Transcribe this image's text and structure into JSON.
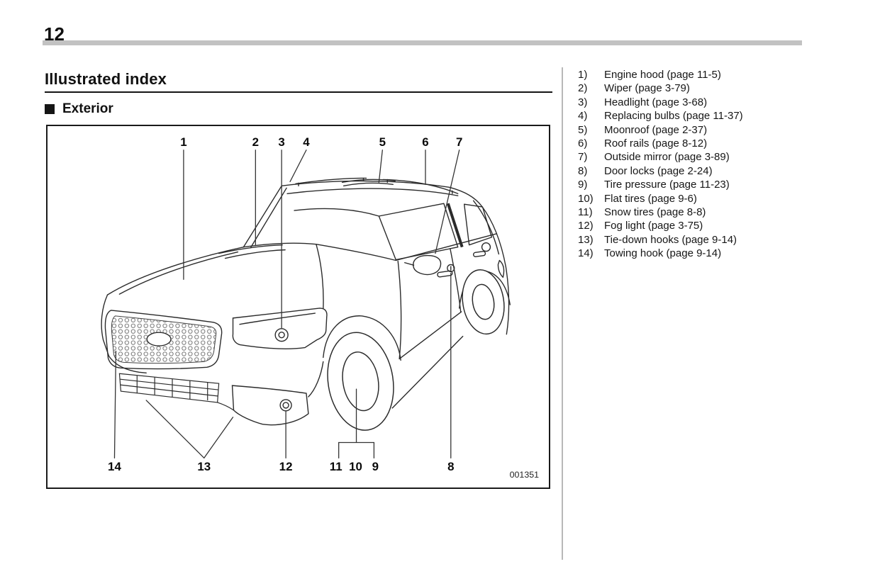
{
  "page": {
    "number": "12"
  },
  "header": {
    "title": "Illustrated index",
    "section": "Exterior"
  },
  "figure": {
    "code": "001351",
    "callouts": {
      "top": [
        "1",
        "2",
        "3",
        "4",
        "5",
        "6",
        "7"
      ],
      "bottom": [
        "14",
        "13",
        "12",
        "11",
        "10",
        "9",
        "8"
      ]
    }
  },
  "index": {
    "items": [
      {
        "num": "1)",
        "label": "Engine hood (page 11-5)"
      },
      {
        "num": "2)",
        "label": "Wiper (page 3-79)"
      },
      {
        "num": "3)",
        "label": "Headlight (page 3-68)"
      },
      {
        "num": "4)",
        "label": "Replacing bulbs (page 11-37)"
      },
      {
        "num": "5)",
        "label": "Moonroof (page 2-37)"
      },
      {
        "num": "6)",
        "label": "Roof rails (page 8-12)"
      },
      {
        "num": "7)",
        "label": "Outside mirror (page 3-89)"
      },
      {
        "num": "8)",
        "label": "Door locks (page 2-24)"
      },
      {
        "num": "9)",
        "label": "Tire pressure (page 11-23)"
      },
      {
        "num": "10)",
        "label": "Flat tires (page 9-6)"
      },
      {
        "num": "11)",
        "label": "Snow tires (page 8-8)"
      },
      {
        "num": "12)",
        "label": "Fog light (page 3-75)"
      },
      {
        "num": "13)",
        "label": "Tie-down hooks (page 9-14)"
      },
      {
        "num": "14)",
        "label": "Towing hook (page 9-14)"
      }
    ]
  }
}
